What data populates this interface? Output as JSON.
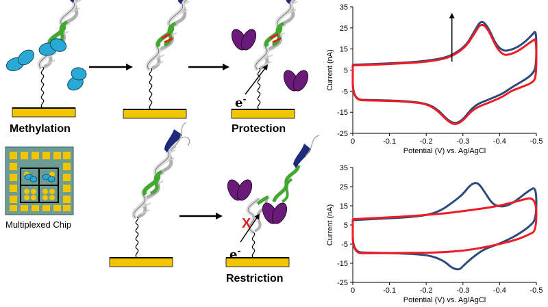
{
  "labels": {
    "methylation": "Methylation",
    "protection": "Protection",
    "restriction": "Restriction",
    "multiplexed_chip": "Multiplexed Chip",
    "electron": "e",
    "electron_sup": "-",
    "blocked": "X"
  },
  "colors": {
    "gold": "#f2c500",
    "teal_protein": "#2aa8d6",
    "purple_protein": "#6a1b7a",
    "dna_green": "#43a832",
    "dna_navy": "#1f2a7a",
    "methyl_red": "#e21f1f",
    "chip_bg": "#6d9c94",
    "series_blue": "#2c4a7c",
    "series_red": "#ee1c24"
  },
  "chart_data": [
    {
      "type": "line",
      "ylabel": "Current (nA)",
      "xlabel": "Potential (V) vs. Ag/AgCl",
      "xlim": [
        0,
        -0.5
      ],
      "ylim": [
        -25,
        35
      ],
      "xticks": [
        "0",
        "-0.1",
        "-0.2",
        "-0.3",
        "-0.4",
        "-0.5"
      ],
      "yticks": [
        "35",
        "25",
        "15",
        "5",
        "-5",
        "-15",
        "-25"
      ],
      "annotation": "upward arrow near -0.27 V",
      "series": [
        {
          "color": "#2c4a7c",
          "forward": {
            "x": [
              0,
              -0.05,
              -0.1,
              -0.15,
              -0.2,
              -0.25,
              -0.28,
              -0.31,
              -0.33,
              -0.35,
              -0.37,
              -0.39,
              -0.41,
              -0.43,
              -0.45,
              -0.47,
              -0.49,
              -0.5
            ],
            "y": [
              7.5,
              7.8,
              8.2,
              8.6,
              9.3,
              10.8,
              13,
              17,
              23,
              29,
              25,
              17,
              14,
              14.5,
              16,
              18.5,
              22,
              24
            ]
          },
          "reverse": {
            "x": [
              -0.5,
              -0.49,
              -0.46,
              -0.43,
              -0.41,
              -0.39,
              -0.37,
              -0.34,
              -0.32,
              -0.3,
              -0.28,
              -0.26,
              -0.23,
              -0.2,
              -0.15,
              -0.1,
              -0.05,
              0
            ],
            "y": [
              7,
              3,
              -0.5,
              -3.5,
              -6,
              -7.5,
              -9,
              -11,
              -14,
              -18.5,
              -20.5,
              -19,
              -13.5,
              -10.8,
              -9.8,
              -9.4,
              -9.2,
              -9
            ]
          }
        },
        {
          "color": "#ee1c24",
          "forward": {
            "x": [
              0,
              -0.05,
              -0.1,
              -0.15,
              -0.2,
              -0.25,
              -0.28,
              -0.31,
              -0.33,
              -0.35,
              -0.37,
              -0.39,
              -0.41,
              -0.43,
              -0.45,
              -0.47,
              -0.49,
              -0.5
            ],
            "y": [
              7.2,
              7.5,
              7.9,
              8.3,
              8.9,
              10.3,
              12.5,
              16.5,
              22,
              27.5,
              24,
              16,
              12,
              12.5,
              14,
              16.5,
              19,
              20
            ]
          },
          "reverse": {
            "x": [
              -0.5,
              -0.49,
              -0.46,
              -0.43,
              -0.41,
              -0.39,
              -0.37,
              -0.34,
              -0.32,
              -0.3,
              -0.28,
              -0.26,
              -0.23,
              -0.2,
              -0.15,
              -0.1,
              -0.05,
              0
            ],
            "y": [
              2,
              -1,
              -3,
              -5,
              -7.5,
              -9,
              -10.5,
              -12.5,
              -15,
              -19,
              -21,
              -19.5,
              -14,
              -11,
              -10,
              -9.6,
              -9.4,
              -9.2
            ]
          }
        }
      ]
    },
    {
      "type": "line",
      "ylabel": "Current (nA)",
      "xlabel": "Potential (V) vs. Ag/AgCl",
      "xlim": [
        0,
        -0.5
      ],
      "ylim": [
        -25,
        35
      ],
      "xticks": [
        "0",
        "-0.1",
        "-0.2",
        "-0.3",
        "-0.4",
        "-0.5"
      ],
      "yticks": [
        "35",
        "25",
        "15",
        "5",
        "-5",
        "-15",
        "-25"
      ],
      "series": [
        {
          "color": "#2c4a7c",
          "forward": {
            "x": [
              0,
              -0.05,
              -0.1,
              -0.15,
              -0.2,
              -0.24,
              -0.27,
              -0.3,
              -0.32,
              -0.34,
              -0.36,
              -0.38,
              -0.4,
              -0.42,
              -0.44,
              -0.46,
              -0.48,
              -0.5
            ],
            "y": [
              7.5,
              8,
              8.5,
              9,
              10,
              12.5,
              16.5,
              21,
              26,
              27.5,
              22,
              16,
              14.5,
              15,
              17,
              20,
              23,
              25
            ]
          },
          "reverse": {
            "x": [
              -0.5,
              -0.48,
              -0.45,
              -0.42,
              -0.39,
              -0.36,
              -0.34,
              -0.32,
              -0.3,
              -0.29,
              -0.27,
              -0.25,
              -0.22,
              -0.19,
              -0.15,
              -0.1,
              -0.05,
              0
            ],
            "y": [
              8,
              4,
              0,
              -3,
              -5.5,
              -7.5,
              -10,
              -13,
              -16.5,
              -18.5,
              -17.5,
              -14,
              -11.5,
              -10.5,
              -10,
              -9.7,
              -9.5,
              -9.3
            ]
          }
        },
        {
          "color": "#ee1c24",
          "forward": {
            "x": [
              0,
              -0.05,
              -0.1,
              -0.15,
              -0.2,
              -0.25,
              -0.3,
              -0.35,
              -0.4,
              -0.45,
              -0.5
            ],
            "y": [
              8,
              8.5,
              9,
              9.5,
              10.2,
              11,
              12.2,
              13.5,
              15,
              17.5,
              20
            ]
          },
          "reverse": {
            "x": [
              -0.5,
              -0.48,
              -0.45,
              -0.4,
              -0.35,
              -0.3,
              -0.25,
              -0.2,
              -0.15,
              -0.1,
              -0.05,
              0
            ],
            "y": [
              2,
              0,
              -2.5,
              -5,
              -7,
              -8.5,
              -9.2,
              -9.5,
              -9.6,
              -9.7,
              -9.8,
              -9.8
            ]
          }
        }
      ]
    }
  ]
}
